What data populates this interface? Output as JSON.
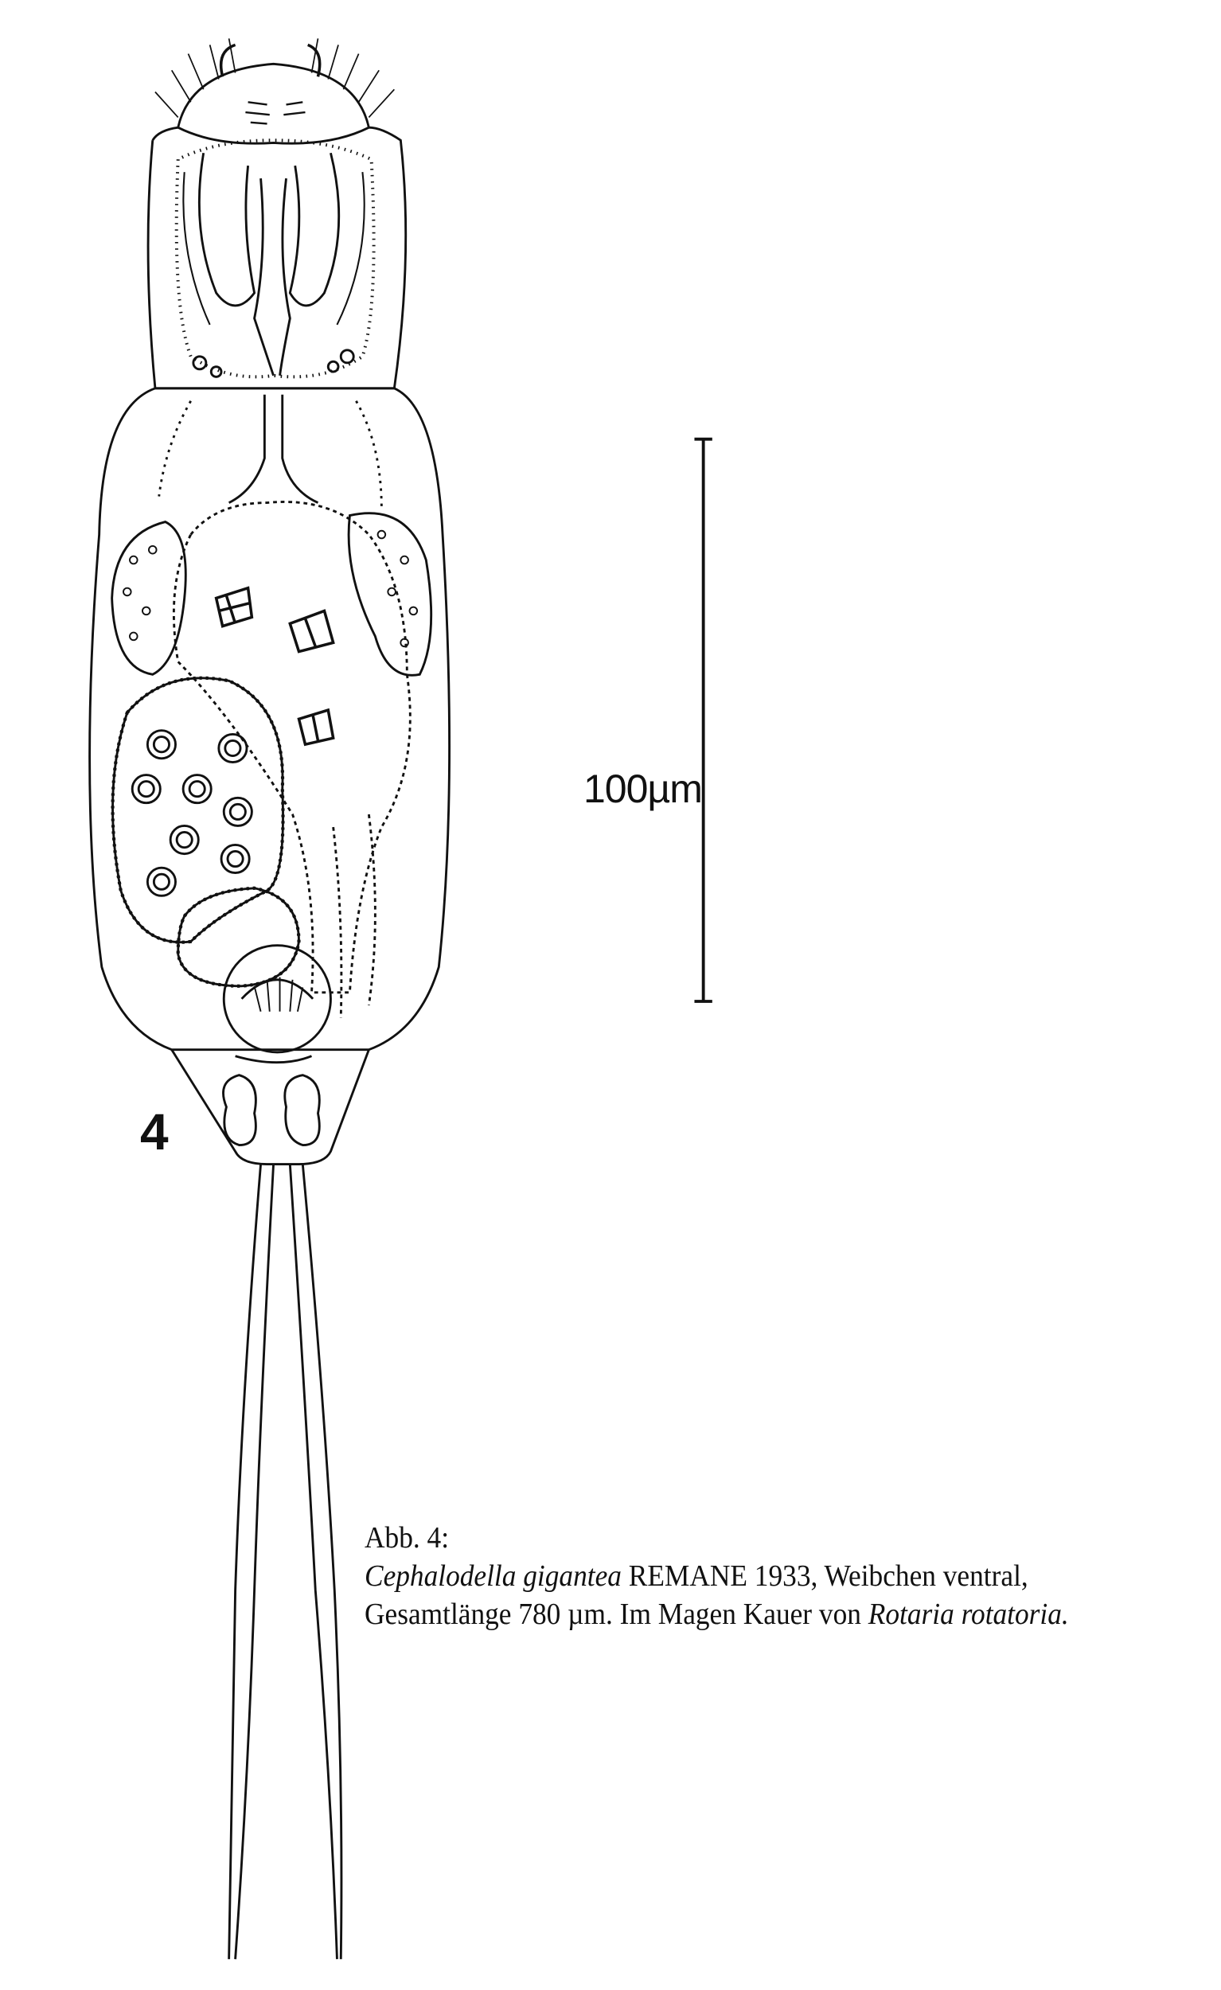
{
  "figure": {
    "number_label": "4",
    "scale_bar_label": "100µm",
    "caption": {
      "line1": "Abb. 4:",
      "line2_species": "Cephalodella gigantea",
      "line2_rest": " REMANE 1933, Weibchen ventral,",
      "line3_text": "Gesamtlänge 780 µm. Im Magen Kauer von ",
      "line3_species": "Rotaria rotatoria."
    }
  }
}
